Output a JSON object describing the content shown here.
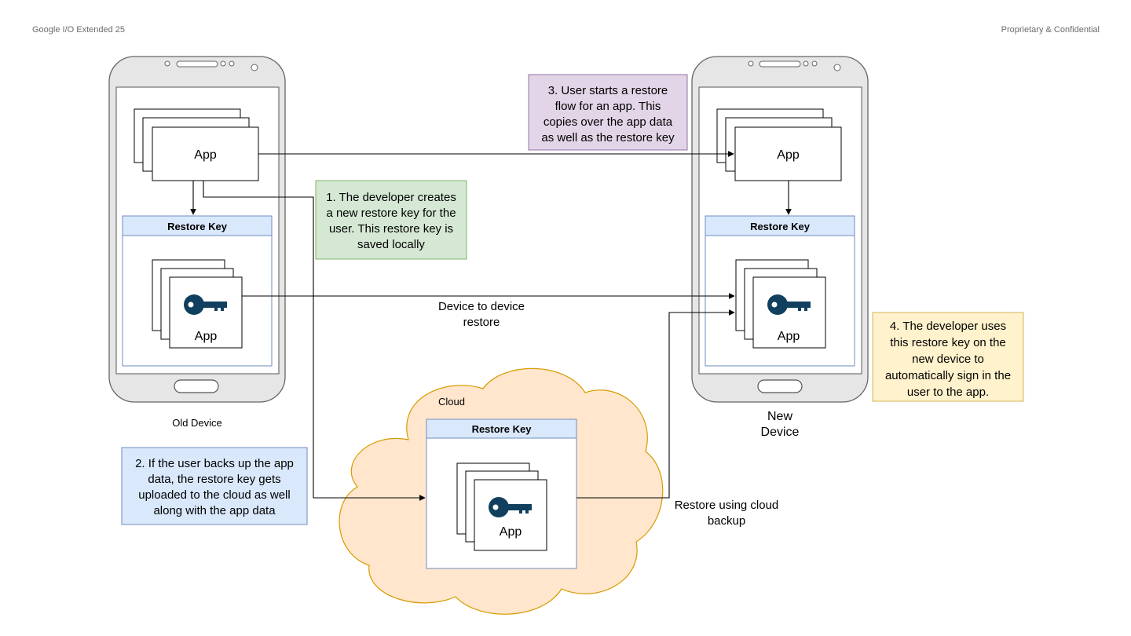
{
  "header": {
    "left": "Google I/O Extended 25",
    "right": "Proprietary & Confidential"
  },
  "diagram": {
    "old_device_label": "Old Device",
    "new_device_label": [
      "New",
      "Device"
    ],
    "app_label": "App",
    "restore_key_title": "Restore Key",
    "cloud_label": "Cloud",
    "key_icon": "key-icon",
    "edge_device_to_device": [
      "Device to device",
      "restore"
    ],
    "edge_cloud_restore": [
      "Restore using cloud",
      "backup"
    ],
    "note1": [
      "1. The developer creates",
      "a new restore key for the",
      "user. This restore key is",
      "saved locally"
    ],
    "note2": [
      "2. If the user backs up the app",
      "data, the restore key gets",
      "uploaded to the cloud as well",
      "along with the app data"
    ],
    "note3": [
      "3. User starts a restore",
      "flow for an app. This",
      "copies over the app data",
      "as well as the restore key"
    ],
    "note4": [
      "4. The developer uses",
      "this restore key on the",
      "new device to",
      "automatically sign in the",
      "user to the app."
    ],
    "colors": {
      "phone_body": "#e6e6e6",
      "phone_stroke": "#666666",
      "restore_key_header": "#dae8fc",
      "restore_key_stroke": "#6c8ebf",
      "cloud_fill": "#ffe6cc",
      "cloud_stroke": "#d79b00",
      "key_icon": "#10405e",
      "note1_fill": "#d5e8d4",
      "note1_stroke": "#82b366",
      "note2_fill": "#dae8fc",
      "note2_stroke": "#6c8ebf",
      "note3_fill": "#e1d5e7",
      "note3_stroke": "#9673a6",
      "note4_fill": "#fff2cc",
      "note4_stroke": "#d6b656"
    }
  }
}
